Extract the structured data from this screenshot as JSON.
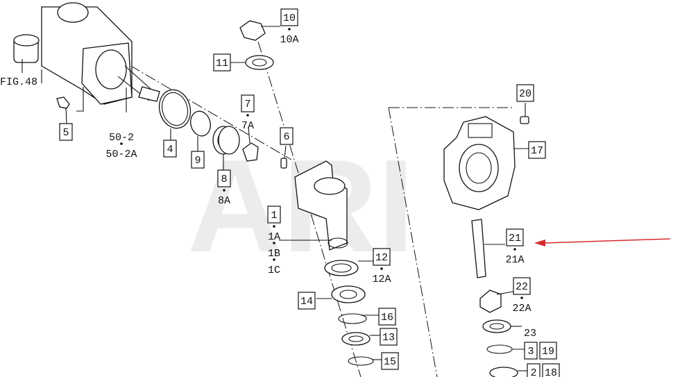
{
  "figure_ref": "FIG.48",
  "watermark": "ARI",
  "colors": {
    "ink": "#111111",
    "arrow": "#d42a2a",
    "watermark": "#ececec"
  },
  "callouts": [
    {
      "id": "c10",
      "number": "10",
      "sub": [
        "10A"
      ]
    },
    {
      "id": "c11",
      "number": "11",
      "sub": []
    },
    {
      "id": "c7",
      "number": "7",
      "sub": [
        "7A"
      ]
    },
    {
      "id": "c6",
      "number": "6",
      "sub": []
    },
    {
      "id": "c5",
      "number": "5",
      "sub": []
    },
    {
      "id": "c50",
      "number": "",
      "sub": [
        "50-2",
        "50-2A"
      ]
    },
    {
      "id": "c4",
      "number": "4",
      "sub": []
    },
    {
      "id": "c9",
      "number": "9",
      "sub": []
    },
    {
      "id": "c8",
      "number": "8",
      "sub": [
        "8A"
      ]
    },
    {
      "id": "c1",
      "number": "1",
      "sub": [
        "1A",
        "1B",
        "1C"
      ]
    },
    {
      "id": "c12",
      "number": "12",
      "sub": [
        "12A"
      ]
    },
    {
      "id": "c14",
      "number": "14",
      "sub": []
    },
    {
      "id": "c16",
      "number": "16",
      "sub": []
    },
    {
      "id": "c13",
      "number": "13",
      "sub": []
    },
    {
      "id": "c15",
      "number": "15",
      "sub": []
    },
    {
      "id": "c20",
      "number": "20",
      "sub": []
    },
    {
      "id": "c17",
      "number": "17",
      "sub": []
    },
    {
      "id": "c21",
      "number": "21",
      "sub": [
        "21A"
      ]
    },
    {
      "id": "c22",
      "number": "22",
      "sub": [
        "22A"
      ]
    },
    {
      "id": "c23",
      "number": "",
      "sub": [
        "23"
      ]
    },
    {
      "id": "c3",
      "number": "3",
      "sub": []
    },
    {
      "id": "c19",
      "number": "19",
      "sub": []
    },
    {
      "id": "c2",
      "number": "2",
      "sub": []
    },
    {
      "id": "c18",
      "number": "18",
      "sub": []
    }
  ]
}
